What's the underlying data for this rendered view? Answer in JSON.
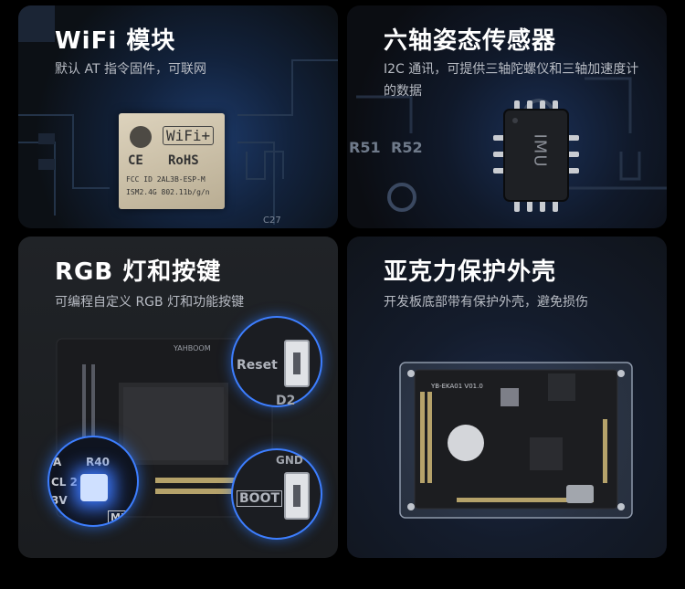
{
  "cards": [
    {
      "title": "WiFi 模块",
      "desc": "默认 AT 指令固件，可联网"
    },
    {
      "title": "六轴姿态传感器",
      "desc": "I2C 通讯，可提供三轴陀螺仪和三轴加速度计的数据"
    },
    {
      "title": "RGB 灯和按键",
      "desc": "可编程自定义 RGB 灯和功能按键"
    },
    {
      "title": "亚克力保护外壳",
      "desc": "开发板底部带有保护外壳，避免损伤"
    }
  ],
  "wifi_chip": {
    "badge": "WiFi+",
    "rohs": "RoHS",
    "ce": "CE",
    "fcc": "FCC ID  2AL3B-ESP-M",
    "ism": "ISM2.4G  802.11b/g/n"
  },
  "imu_chip": {
    "label": "IMU"
  },
  "pcb_labels": {
    "r51": "R51",
    "r52": "R52",
    "c27": "C27",
    "reset": "Reset",
    "boot": "BOOT",
    "d2": "D2",
    "gnd": "GND",
    "mic": "MIC",
    "r40": "R40",
    "cl2": "CL 2",
    "v3": "3V",
    "a": "A",
    "brand": "YAHBOOM",
    "model": "YB-EKA01 V01.0"
  },
  "colors": {
    "accent_blue": "#2f7bff",
    "card_bg": "#15181d"
  }
}
